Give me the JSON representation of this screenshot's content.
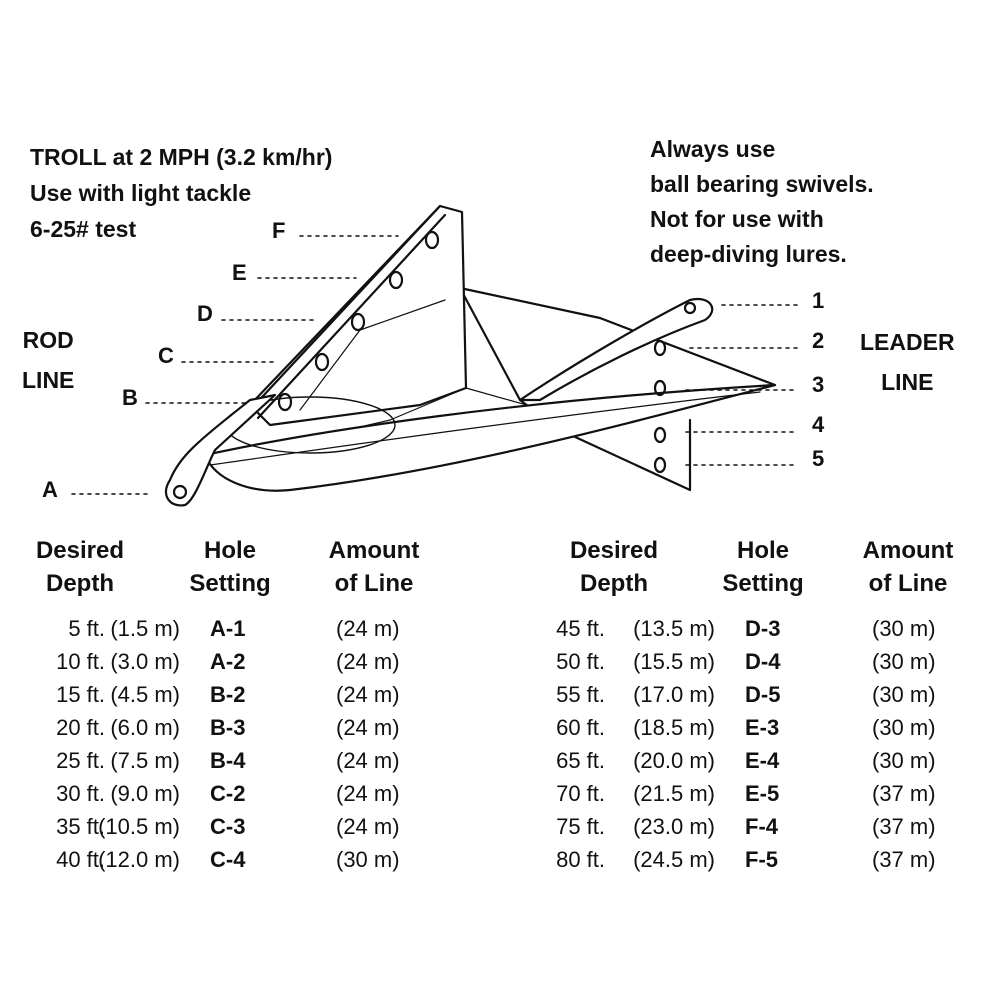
{
  "notes_left": [
    "TROLL at 2 MPH (3.2 km/hr)",
    "Use with light tackle",
    "6-25# test"
  ],
  "notes_right": [
    "Always use",
    "ball bearing swivels.",
    "Not for use with",
    "deep-diving lures."
  ],
  "rod_line": [
    "ROD",
    "LINE"
  ],
  "leader_line": [
    "LEADER",
    "LINE"
  ],
  "hole_letters": [
    "A",
    "B",
    "C",
    "D",
    "E",
    "F"
  ],
  "hole_numbers": [
    "1",
    "2",
    "3",
    "4",
    "5"
  ],
  "table_headers": {
    "depth": [
      "Desired",
      "Depth"
    ],
    "hole": [
      "Hole",
      "Setting"
    ],
    "amount": [
      "Amount",
      "of Line"
    ]
  },
  "left_rows": [
    {
      "ft": "5 ft.",
      "m": "(1.5 m)",
      "hole": "A-1",
      "line": "(24 m)"
    },
    {
      "ft": "10 ft.",
      "m": "(3.0 m)",
      "hole": "A-2",
      "line": "(24 m)"
    },
    {
      "ft": "15 ft.",
      "m": "(4.5 m)",
      "hole": "B-2",
      "line": "(24 m)"
    },
    {
      "ft": "20 ft.",
      "m": "(6.0 m)",
      "hole": "B-3",
      "line": "(24 m)"
    },
    {
      "ft": "25 ft.",
      "m": "(7.5 m)",
      "hole": "B-4",
      "line": "(24 m)"
    },
    {
      "ft": "30 ft.",
      "m": "(9.0 m)",
      "hole": "C-2",
      "line": "(24 m)"
    },
    {
      "ft": "35 ft.",
      "m": "(10.5 m)",
      "hole": "C-3",
      "line": "(24 m)"
    },
    {
      "ft": "40 ft.",
      "m": "(12.0 m)",
      "hole": "C-4",
      "line": "(30 m)"
    }
  ],
  "right_rows": [
    {
      "ft": "45 ft.",
      "m": "(13.5 m)",
      "hole": "D-3",
      "line": "(30 m)"
    },
    {
      "ft": "50 ft.",
      "m": "(15.5 m)",
      "hole": "D-4",
      "line": "(30 m)"
    },
    {
      "ft": "55 ft.",
      "m": "(17.0 m)",
      "hole": "D-5",
      "line": "(30 m)"
    },
    {
      "ft": "60 ft.",
      "m": "(18.5 m)",
      "hole": "E-3",
      "line": "(30 m)"
    },
    {
      "ft": "65 ft.",
      "m": "(20.0 m)",
      "hole": "E-4",
      "line": "(30 m)"
    },
    {
      "ft": "70 ft.",
      "m": "(21.5 m)",
      "hole": "E-5",
      "line": "(37 m)"
    },
    {
      "ft": "75 ft.",
      "m": "(23.0 m)",
      "hole": "F-4",
      "line": "(37 m)"
    },
    {
      "ft": "80 ft.",
      "m": "(24.5 m)",
      "hole": "F-5",
      "line": "(37 m)"
    }
  ]
}
